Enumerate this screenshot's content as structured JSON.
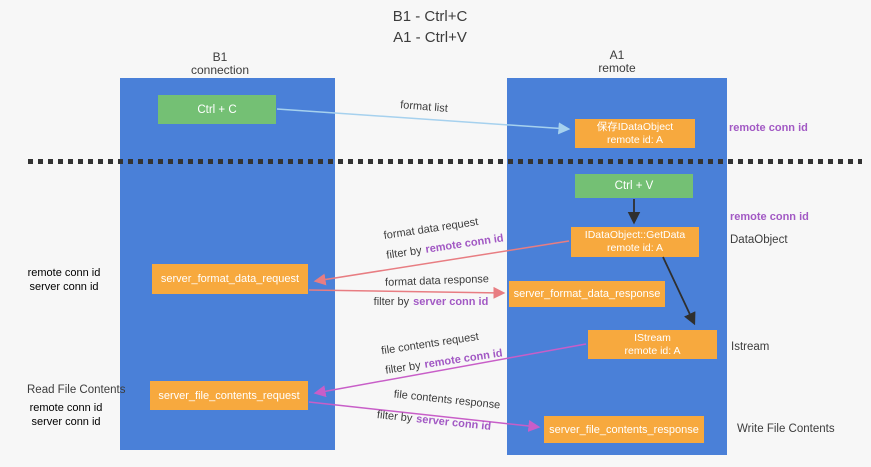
{
  "title": {
    "line1": "B1 - Ctrl+C",
    "line2": "A1 - Ctrl+V"
  },
  "columns": {
    "b1": {
      "name": "B1",
      "subtitle": "connection"
    },
    "a1": {
      "name": "A1",
      "subtitle": "remote"
    }
  },
  "boxes": {
    "ctrl_c": {
      "label": "Ctrl + C"
    },
    "save_dataobject": {
      "line1": "保存IDataObject",
      "line2": "remote id: A"
    },
    "ctrl_v": {
      "label": "Ctrl + V"
    },
    "getdata": {
      "line1": "IDataObject::GetData",
      "line2": "remote id: A"
    },
    "istream": {
      "line1": "IStream",
      "line2": "remote id: A"
    },
    "server_format_data_request": {
      "label": "server_format_data_request"
    },
    "server_format_data_response": {
      "label": "server_format_data_response"
    },
    "server_file_contents_request": {
      "label": "server_file_contents_request"
    },
    "server_file_contents_response": {
      "label": "server_file_contents_response"
    }
  },
  "messages": {
    "format_list": {
      "label": "format list"
    },
    "format_data_request": {
      "label": "format data request",
      "filter_prefix": "filter by",
      "filter_key": "remote conn id"
    },
    "format_data_response": {
      "label": "format data response",
      "filter_prefix": "filter by",
      "filter_key": "server conn id"
    },
    "file_contents_request": {
      "label": "file contents request",
      "filter_prefix": "filter by",
      "filter_key": "remote conn id"
    },
    "file_contents_response": {
      "label": "file contents response",
      "filter_prefix": "filter by",
      "filter_key": "server conn id"
    }
  },
  "side_labels": {
    "right_remote_conn_top": "remote conn id",
    "right_remote_conn_mid": "remote conn id",
    "right_dataobject": "DataObject",
    "right_istream": "Istream",
    "right_write_file": "Write File Contents",
    "left_remote_conn_1": "remote conn id",
    "left_server_conn_1": "server conn id",
    "left_read_file": "Read File Contents",
    "left_remote_conn_2": "remote conn id",
    "left_server_conn_2": "server conn id"
  },
  "colors": {
    "column_blue": "#4a80d8",
    "box_green": "#74c074",
    "box_orange": "#f7a93e",
    "arrow_blue": "#a6d1ee",
    "arrow_red": "#e87d82",
    "arrow_magenta": "#c85ec8",
    "arrow_black": "#2f2f2f",
    "label_purple": "#a259c4",
    "label_green": "#67bc6b",
    "text_dark": "#3c3c3c"
  }
}
